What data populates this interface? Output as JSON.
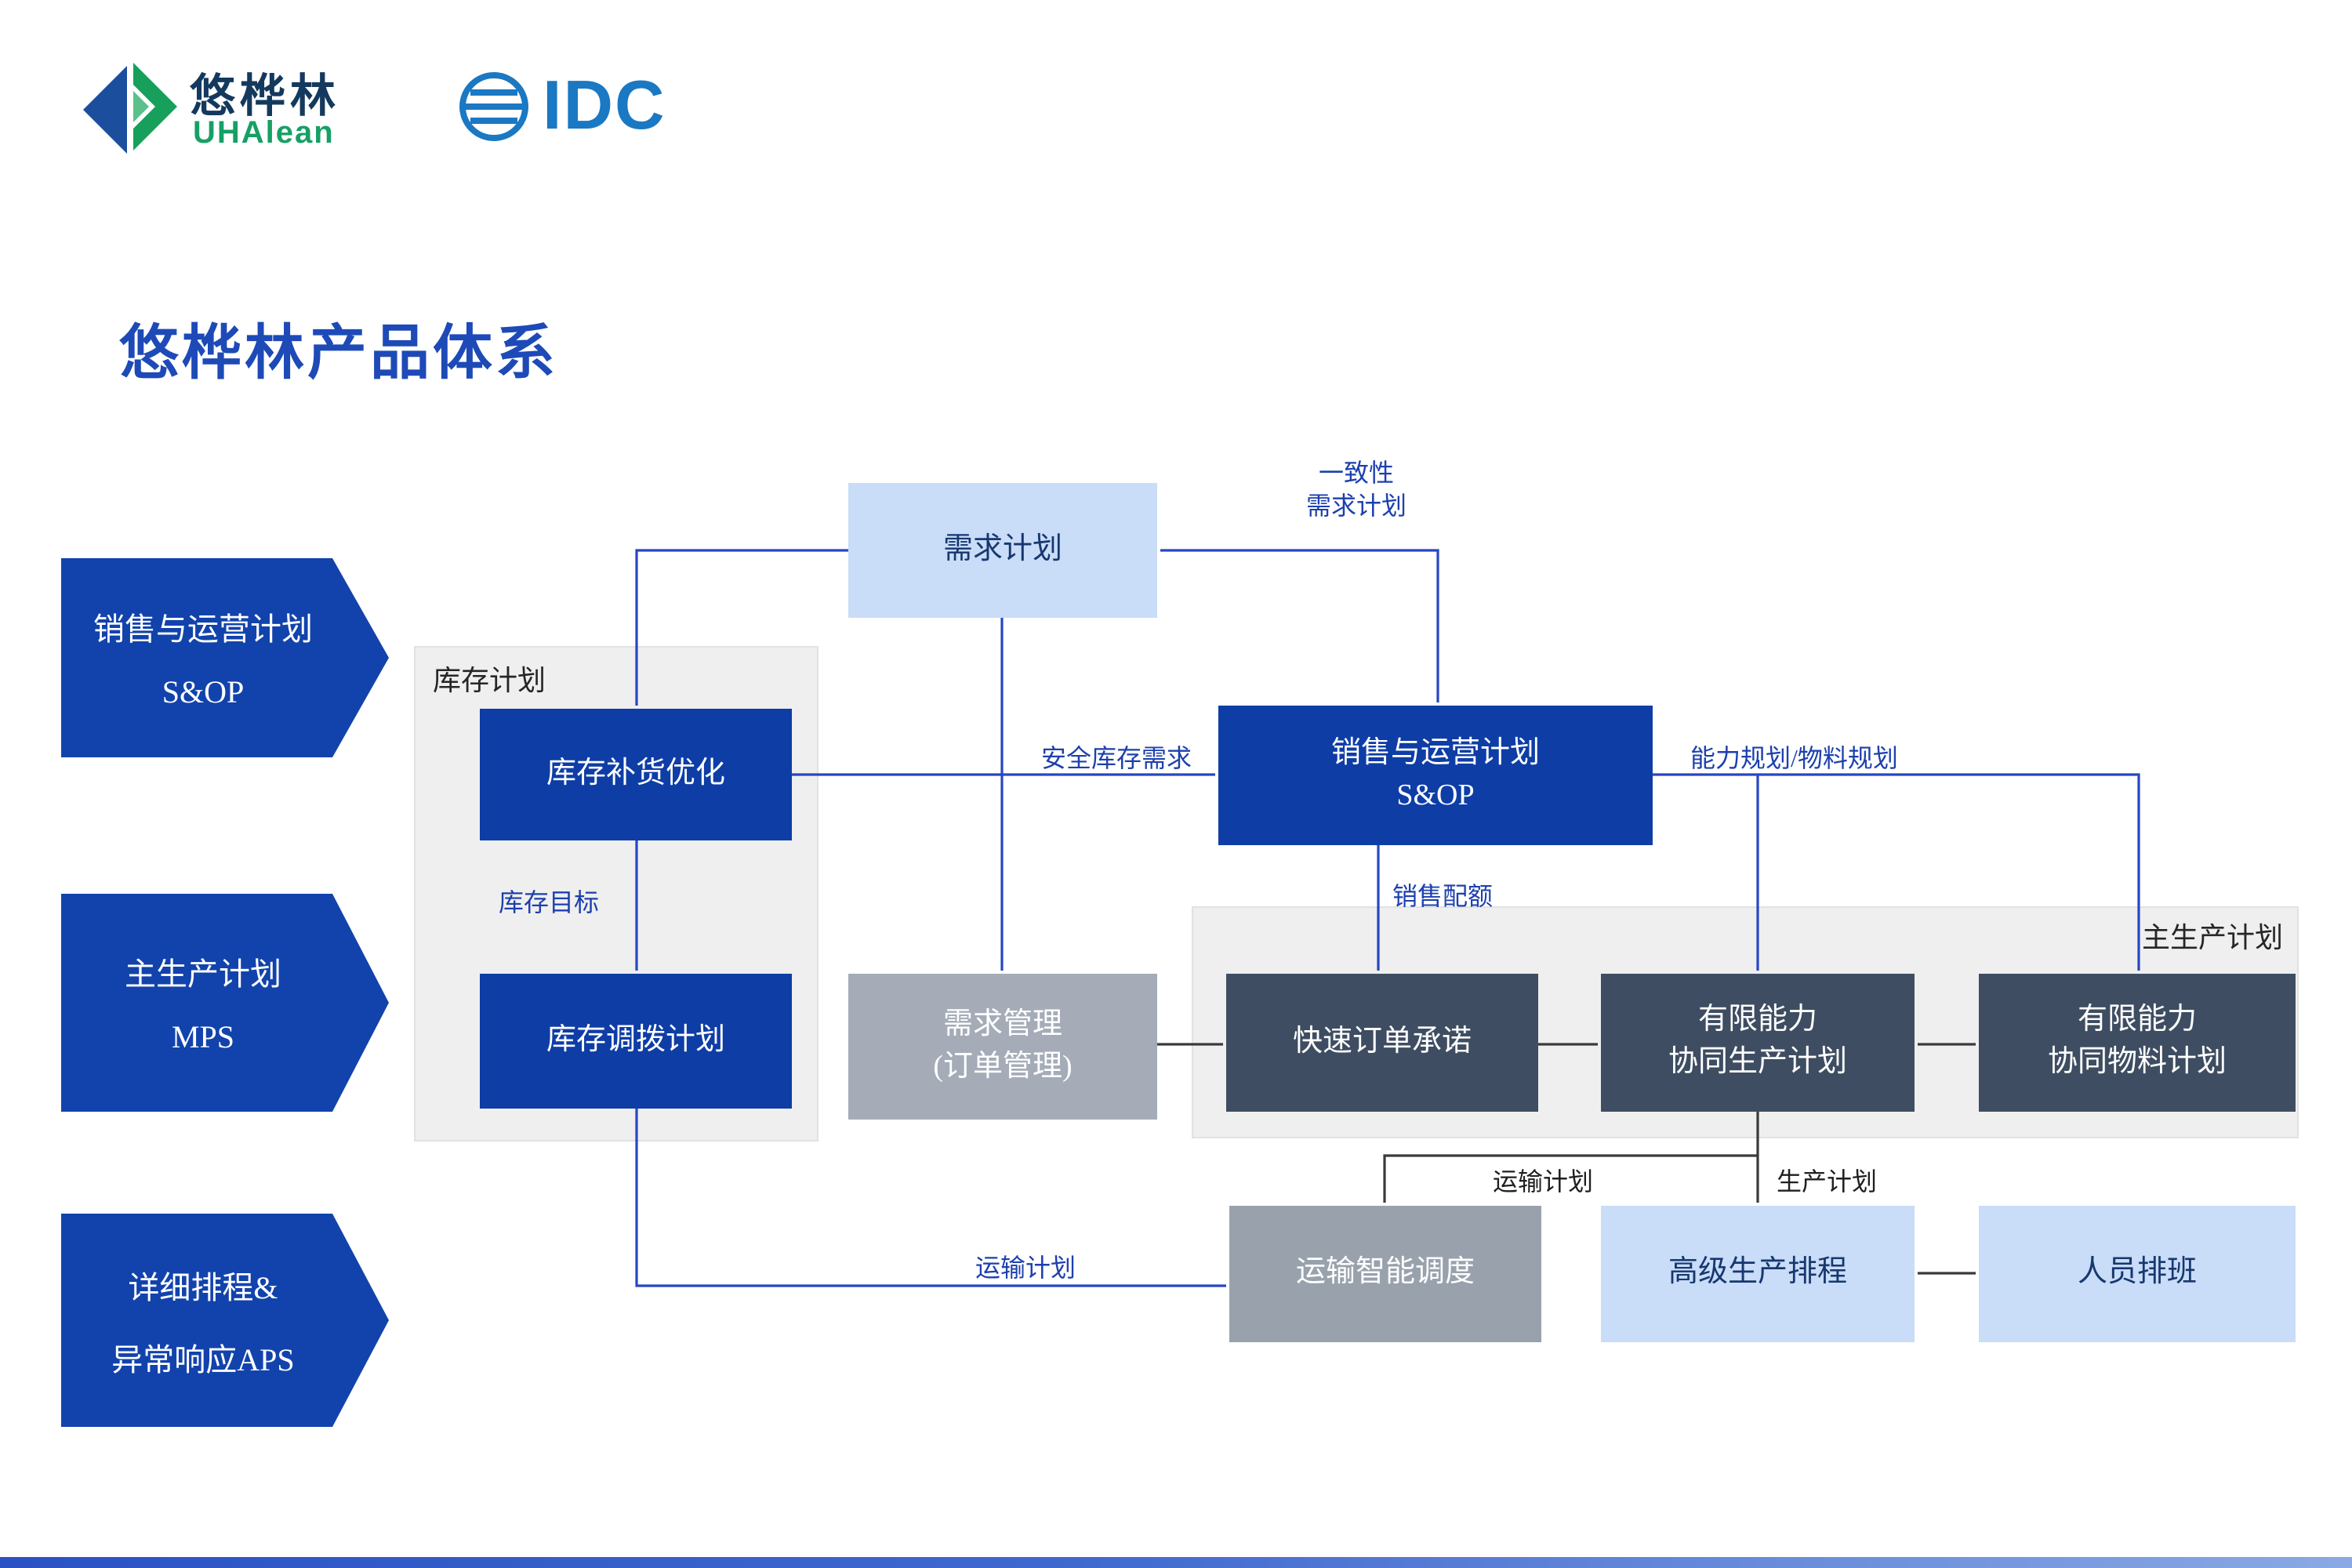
{
  "brand": {
    "name": "悠桦林",
    "latin": "UHAlean",
    "partner": "IDC"
  },
  "title": "悠桦林产品体系",
  "stage_arrows": [
    {
      "line1": "销售与运营计划",
      "line2": "S&OP"
    },
    {
      "line1": "主生产计划",
      "line2": "MPS"
    },
    {
      "line1": "详细排程&",
      "line2": "异常响应APS"
    }
  ],
  "groups": {
    "inventory_planning": "库存计划",
    "master_production": "主生产计划"
  },
  "nodes": {
    "demand_plan": "需求计划",
    "inventory_replenishment": "库存补货优化",
    "inventory_transfer": "库存调拨计划",
    "sop_line1": "销售与运营计划",
    "sop_line2": "S&OP",
    "demand_mgmt_line1": "需求管理",
    "demand_mgmt_line2": "(订单管理)",
    "fast_order_promise": "快速订单承诺",
    "finite_capacity_prod_line1": "有限能力",
    "finite_capacity_prod_line2": "协同生产计划",
    "finite_capacity_mat_line1": "有限能力",
    "finite_capacity_mat_line2": "协同物料计划",
    "transport_dispatch": "运输智能调度",
    "advanced_scheduling": "高级生产排程",
    "staff_rostering": "人员排班"
  },
  "edge_labels": {
    "consistency_line1": "一致性",
    "consistency_line2": "需求计划",
    "safety_stock": "安全库存需求",
    "inventory_target": "库存目标",
    "capacity_material_planning": "能力规划/物料规划",
    "sales_quota": "销售配额",
    "transport_plan_top": "运输计划",
    "production_plan": "生产计划",
    "transport_plan_bottom": "运输计划"
  },
  "colors": {
    "primary_blue": "#1243ac",
    "dark_navy_box": "#0e3da6",
    "light_blue_box": "#c9dcf8",
    "slate_box": "#3e4d61",
    "gray_box": "#a5acb8",
    "gray_box_dark": "#99a2ac",
    "panel_gray": "#efefef",
    "arrow_blue": "#2746c4",
    "arrow_dark": "#3a3a3a",
    "label_blue": "#1d40ae",
    "title_blue": "#1e4ab8",
    "brand_green": "#16a065",
    "idc_blue": "#1b78c2"
  }
}
